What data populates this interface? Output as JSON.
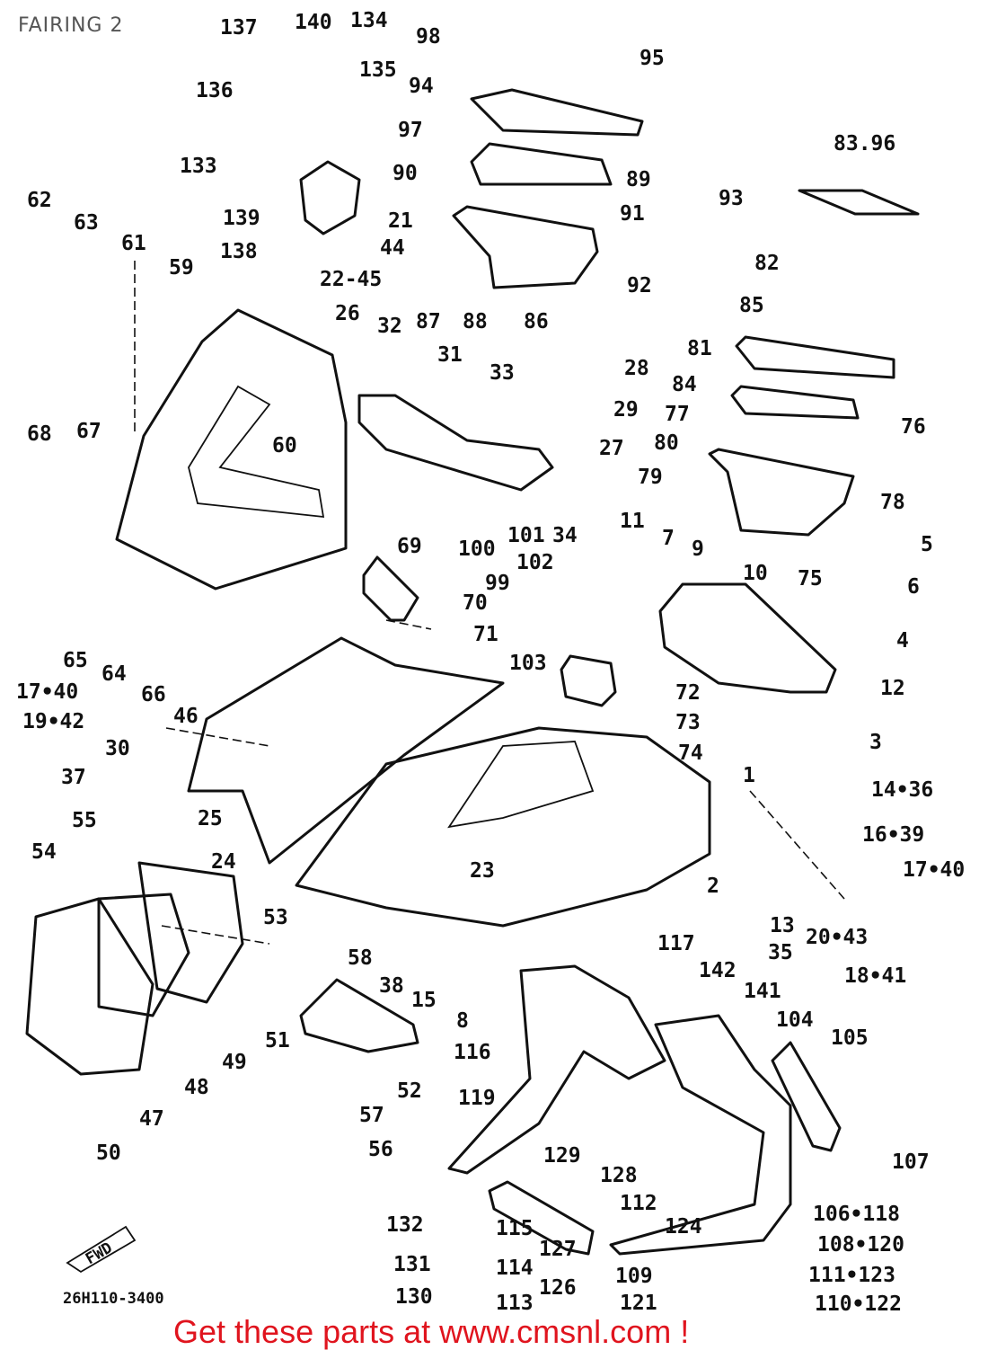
{
  "page": {
    "title": "FAIRING 2",
    "footer": "Get these parts at www.cmsnl.com !",
    "diagram_code": "26H110-3400",
    "front_marker": "FWD",
    "footer_color": "#e0141e"
  },
  "labels": [
    "137",
    "140",
    "134",
    "98",
    "95",
    "136",
    "135",
    "94",
    "97",
    "83.96",
    "133",
    "90",
    "89",
    "93",
    "62",
    "139",
    "21",
    "91",
    "63",
    "61",
    "44",
    "138",
    "22-45",
    "92",
    "82",
    "59",
    "26",
    "32",
    "87",
    "88",
    "86",
    "85",
    "81",
    "31",
    "33",
    "28",
    "84",
    "29",
    "77",
    "76",
    "68",
    "67",
    "60",
    "27",
    "80",
    "79",
    "78",
    "101",
    "34",
    "11",
    "7",
    "9",
    "5",
    "69",
    "100",
    "102",
    "99",
    "10",
    "75",
    "6",
    "70",
    "71",
    "4",
    "65",
    "64",
    "66",
    "103",
    "12",
    "72",
    "17•40",
    "46",
    "19•42",
    "73",
    "3",
    "30",
    "74",
    "1",
    "37",
    "14•36",
    "55",
    "25",
    "16•39",
    "54",
    "24",
    "23",
    "2",
    "17•40",
    "53",
    "13",
    "35",
    "20•43",
    "117",
    "58",
    "142",
    "18•41",
    "38",
    "15",
    "141",
    "104",
    "8",
    "51",
    "105",
    "116",
    "49",
    "48",
    "52",
    "119",
    "57",
    "47",
    "56",
    "129",
    "50",
    "107",
    "128",
    "112",
    "106•118",
    "132",
    "124",
    "115",
    "108•120",
    "127",
    "131",
    "114",
    "111•123",
    "109",
    "126",
    "130",
    "121",
    "113",
    "110•122"
  ]
}
